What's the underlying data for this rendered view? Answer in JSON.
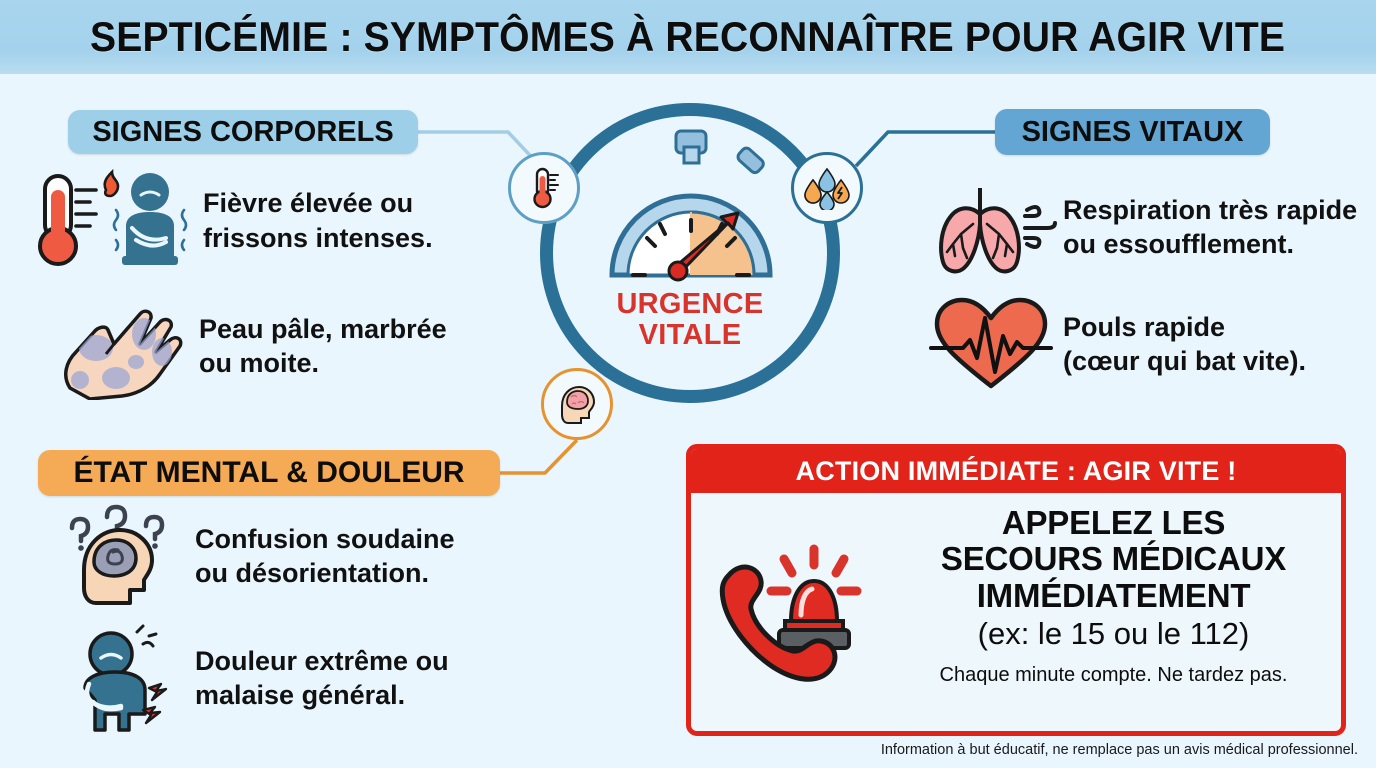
{
  "header": {
    "title": "SEPTICÉMIE : SYMPTÔMES À RECONNAÎTRE POUR AGIR VITE",
    "background_color": "#a9d5ee"
  },
  "page": {
    "background_color": "#eaf6fd"
  },
  "hub": {
    "label_line1": "URGENCE",
    "label_line2": "VITALE",
    "label_color": "#d9342b",
    "ring_color": "#2b7096",
    "icon": "stopwatch-icon",
    "nodes": [
      {
        "name": "thermometer-node-icon",
        "ring_color": "#5e9fc4"
      },
      {
        "name": "droplets-node-icon",
        "ring_color": "#2b7096"
      },
      {
        "name": "brain-head-node-icon",
        "ring_color": "#e6932f"
      }
    ]
  },
  "sections": {
    "corporels": {
      "badge_label": "SIGNES CORPORELS",
      "badge_color": "#9ecfe9",
      "items": [
        {
          "icon": "thermometer-fever-icon",
          "text": "Fièvre élevée ou\nfrissons intenses."
        },
        {
          "icon": "mottled-hand-icon",
          "text": "Peau pâle, marbrée\nou moite."
        }
      ]
    },
    "vitaux": {
      "badge_label": "SIGNES VITAUX",
      "badge_color": "#63a6d3",
      "items": [
        {
          "icon": "lungs-icon",
          "text": "Respiration très rapide\nou essoufflement."
        },
        {
          "icon": "heart-pulse-icon",
          "text": "Pouls rapide\n(cœur qui bat vite)."
        }
      ]
    },
    "mental": {
      "badge_label": "ÉTAT MENTAL & DOULEUR",
      "badge_color": "#f5ab55",
      "items": [
        {
          "icon": "confused-head-icon",
          "text": "Confusion soudaine\nou désorientation."
        },
        {
          "icon": "abdominal-pain-person-icon",
          "text": "Douleur extrême ou\nmalaise général."
        }
      ]
    }
  },
  "action": {
    "header_label": "ACTION IMMÉDIATE : AGIR VITE !",
    "header_color": "#e2231a",
    "icon": "emergency-phone-siren-icon",
    "main_text": "APPELEZ LES\nSECOURS MÉDICAUX\nIMMÉDIATEMENT",
    "sub_text": "(ex: le 15 ou le 112)",
    "note_text": "Chaque minute compte. Ne tardez pas."
  },
  "disclaimer": "Information à but éducatif, ne remplace pas un avis médical professionnel."
}
